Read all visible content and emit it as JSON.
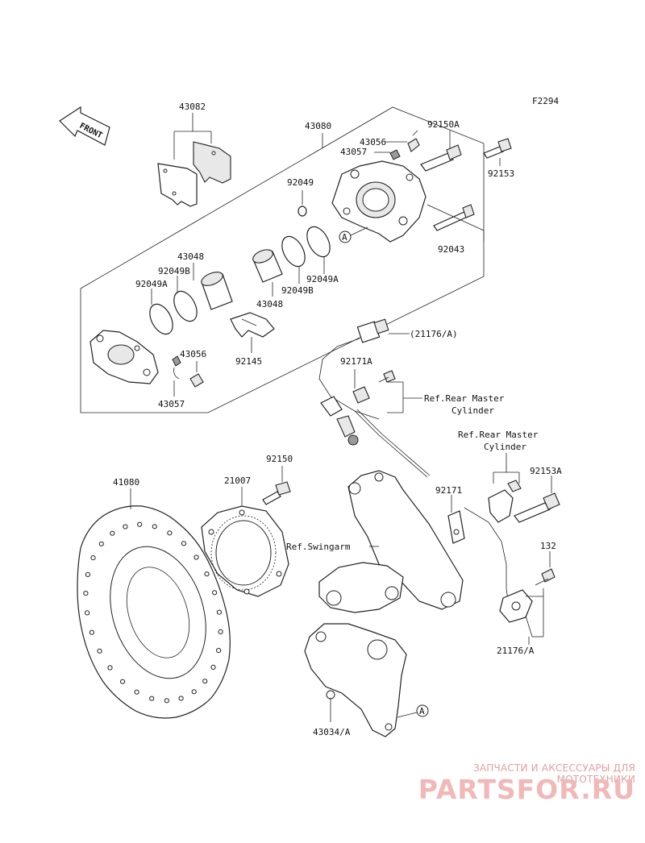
{
  "figure_code": "F2294",
  "front_arrow_text": "FRONT",
  "parts": {
    "p43082": "43082",
    "p43080": "43080",
    "p43056_top": "43056",
    "p43057_top": "43057",
    "p92150A": "92150A",
    "p92153": "92153",
    "p92049": "92049",
    "p92043": "92043",
    "p92049A_right": "92049A",
    "p92049B_right": "92049B",
    "p43048_right": "43048",
    "p43048_left": "43048",
    "p92049B_left": "92049B",
    "p92049A_left": "92049A",
    "p92145": "92145",
    "p43056_bottom": "43056",
    "p43057_bottom": "43057",
    "p21176A_top": "(21176/A)",
    "p92171A": "92171A",
    "p92150": "92150",
    "p41080": "41080",
    "p21007": "21007",
    "p92171": "92171",
    "p92153A": "92153A",
    "p132": "132",
    "p21176A_bottom": "21176/A",
    "p43034A": "43034/A"
  },
  "refs": {
    "rear_master_1_line1": "Ref.Rear Master",
    "rear_master_1_line2": "Cylinder",
    "rear_master_2_line1": "Ref.Rear Master",
    "rear_master_2_line2": "Cylinder",
    "swingarm": "Ref.Swingarm"
  },
  "markers": {
    "marker_a_top": "A",
    "marker_a_bottom": "A"
  },
  "watermark": {
    "tagline": "ЗАПЧАСТИ И АКСЕССУАРЫ ДЛЯ МОТОТЕХНИКИ",
    "logo": "PARTSFOR.RU"
  }
}
